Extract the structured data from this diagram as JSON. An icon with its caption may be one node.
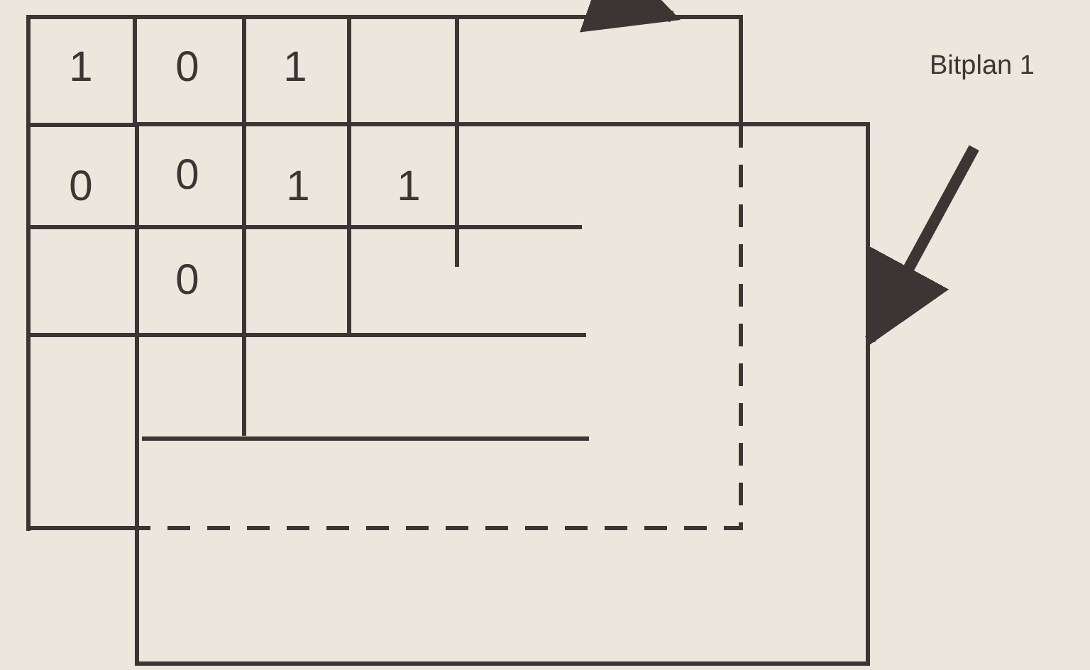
{
  "diagram": {
    "nodes": [
      {
        "text": [],
        "shape": "box"
      },
      {
        "text": [],
        "shape": "box"
      },
      {
        "text": [
          "Bitplan 1"
        ]
      }
    ],
    "edges": [
      {
        "from": null,
        "to": 0,
        "arrow": "to"
      },
      {
        "from": 2,
        "to": 1,
        "arrow": "to"
      }
    ],
    "labels": [
      "1",
      "0",
      "1",
      "0",
      "0",
      "1",
      "1",
      "0"
    ]
  }
}
